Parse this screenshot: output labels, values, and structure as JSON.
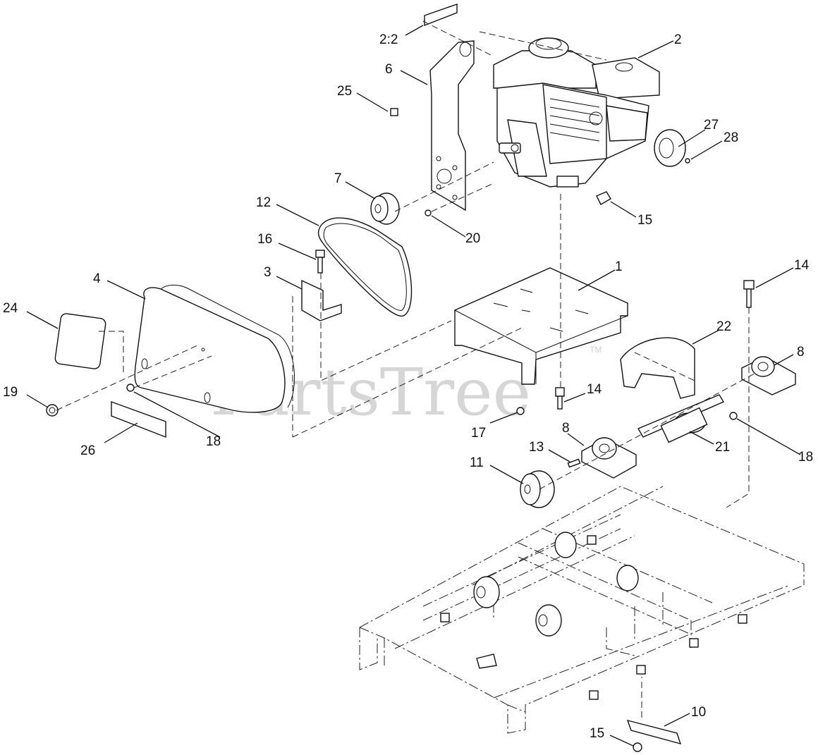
{
  "watermark": {
    "text": "PartsTree",
    "mark": "TM"
  },
  "callouts": [
    {
      "id": "2:2",
      "label": "2:2"
    },
    {
      "id": "2",
      "label": "2"
    },
    {
      "id": "6",
      "label": "6"
    },
    {
      "id": "25",
      "label": "25"
    },
    {
      "id": "27",
      "label": "27"
    },
    {
      "id": "28",
      "label": "28"
    },
    {
      "id": "7",
      "label": "7"
    },
    {
      "id": "15a",
      "label": "15"
    },
    {
      "id": "12",
      "label": "12"
    },
    {
      "id": "20",
      "label": "20"
    },
    {
      "id": "16",
      "label": "16"
    },
    {
      "id": "1",
      "label": "1"
    },
    {
      "id": "14a",
      "label": "14"
    },
    {
      "id": "4",
      "label": "4"
    },
    {
      "id": "3",
      "label": "3"
    },
    {
      "id": "24",
      "label": "24"
    },
    {
      "id": "22",
      "label": "22"
    },
    {
      "id": "8a",
      "label": "8"
    },
    {
      "id": "19",
      "label": "19"
    },
    {
      "id": "14b",
      "label": "14"
    },
    {
      "id": "17",
      "label": "17"
    },
    {
      "id": "18a",
      "label": "18"
    },
    {
      "id": "8b",
      "label": "8"
    },
    {
      "id": "21",
      "label": "21"
    },
    {
      "id": "26",
      "label": "26"
    },
    {
      "id": "13",
      "label": "13"
    },
    {
      "id": "18b",
      "label": "18"
    },
    {
      "id": "11",
      "label": "11"
    },
    {
      "id": "10",
      "label": "10"
    },
    {
      "id": "15b",
      "label": "15"
    }
  ]
}
